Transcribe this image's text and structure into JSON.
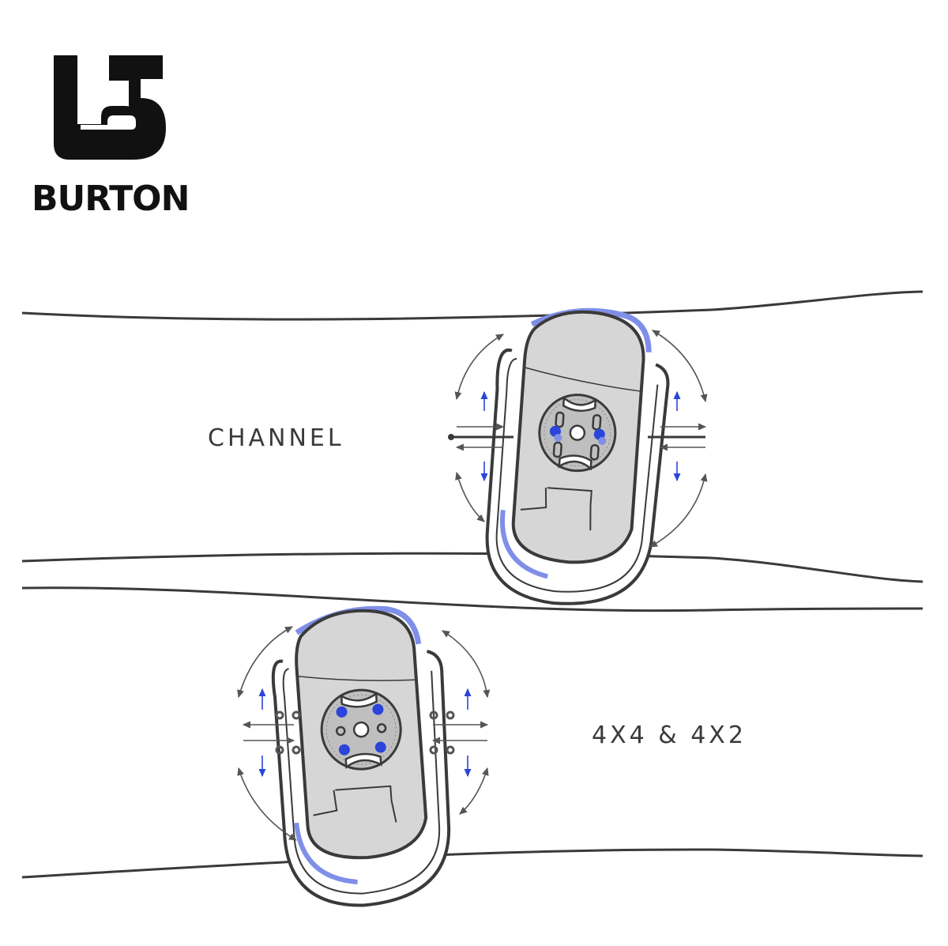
{
  "brand": {
    "name": "BURTON",
    "logo_icon": "burton-b-logo-icon"
  },
  "colors": {
    "accent_blue": "#2b44d9",
    "highlight_blue": "#7f8fe8",
    "binding_gray": "#d6d6d6",
    "outline": "#3a3a3a",
    "arrow": "#555555"
  },
  "diagram": {
    "sections": [
      {
        "label": "CHANNEL"
      },
      {
        "label": "4X4 & 4X2"
      }
    ]
  }
}
